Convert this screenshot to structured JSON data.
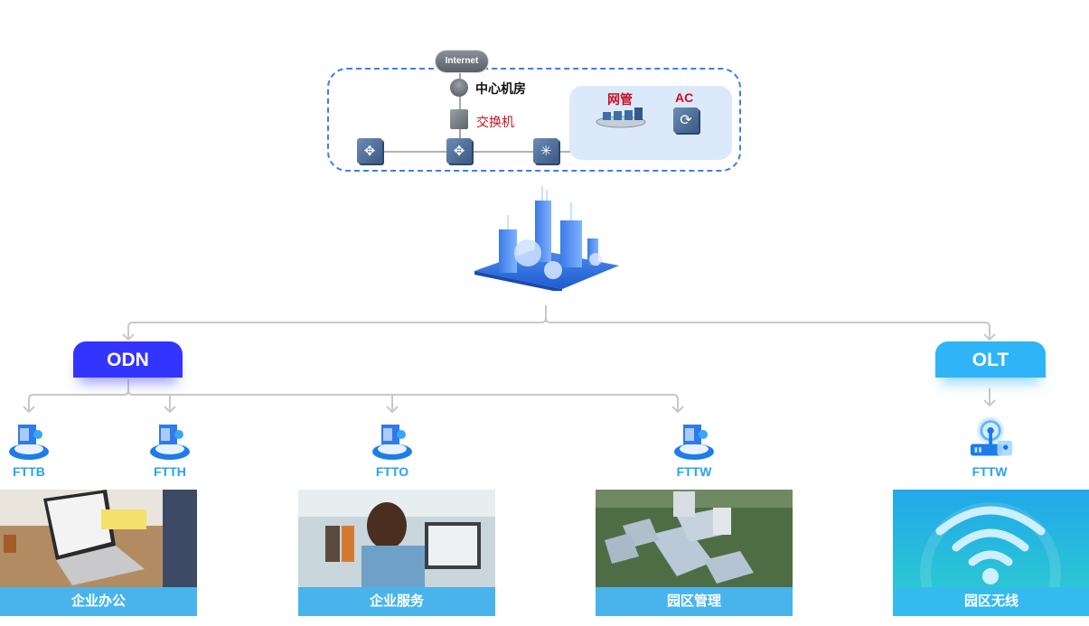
{
  "top_network": {
    "internet_label": "Internet",
    "core_room_label": "中心机房",
    "switch_label": "交换机",
    "nms_label": "网管",
    "ac_label": "AC"
  },
  "branches": {
    "odn": {
      "label": "ODN",
      "color": "#3434ff",
      "endpoints": [
        {
          "label": "FTTB"
        },
        {
          "label": "FTTH"
        },
        {
          "label": "FTTO"
        },
        {
          "label": "FTTW"
        }
      ]
    },
    "olt": {
      "label": "OLT",
      "color": "#2eb4f7",
      "endpoints": [
        {
          "label": "FTTW"
        }
      ]
    }
  },
  "scenarios": [
    {
      "caption": "企业办公"
    },
    {
      "caption": "企业服务"
    },
    {
      "caption": "园区管理"
    },
    {
      "caption": "园区无线"
    }
  ],
  "colors": {
    "dashed_border": "#3b7ff0",
    "endpoint_label": "#27a3ef",
    "highlight_red": "#c8101e",
    "caption_bar": "#30aae8",
    "connector": "#c8c8c8"
  }
}
